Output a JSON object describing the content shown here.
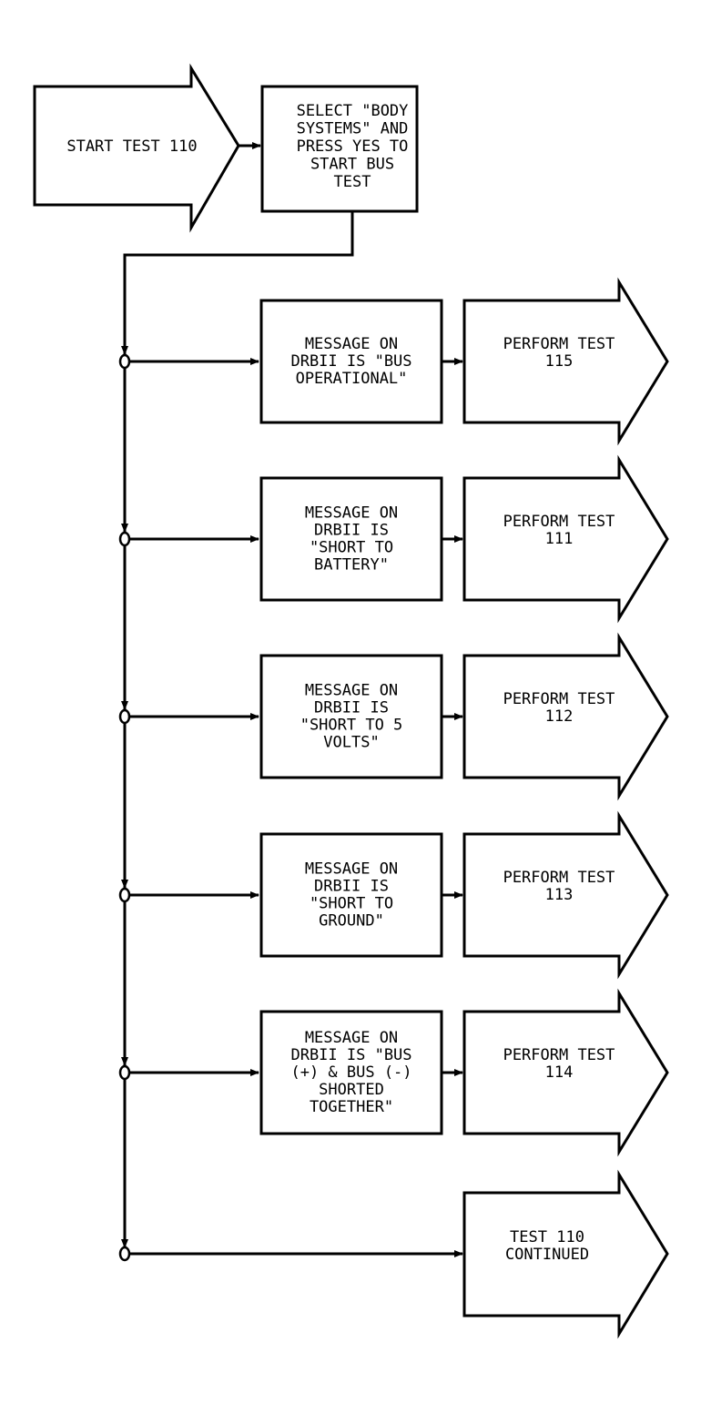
{
  "start": {
    "lines": [
      "START TEST 110"
    ]
  },
  "select": {
    "lines": [
      "SELECT \"BODY",
      "SYSTEMS\" AND",
      "PRESS YES TO",
      "START BUS",
      "TEST"
    ]
  },
  "rows": [
    {
      "message": [
        "MESSAGE ON",
        "DRBII IS \"BUS",
        "OPERATIONAL\""
      ],
      "result": [
        "PERFORM TEST",
        "115"
      ]
    },
    {
      "message": [
        "MESSAGE ON",
        "DRBII IS",
        "\"SHORT TO",
        "BATTERY\""
      ],
      "result": [
        "PERFORM TEST",
        "111"
      ]
    },
    {
      "message": [
        "MESSAGE ON",
        "DRBII IS",
        "\"SHORT TO 5",
        "VOLTS\""
      ],
      "result": [
        "PERFORM TEST",
        "112"
      ]
    },
    {
      "message": [
        "MESSAGE ON",
        "DRBII IS",
        "\"SHORT TO",
        "GROUND\""
      ],
      "result": [
        "PERFORM TEST",
        "113"
      ]
    },
    {
      "message": [
        "MESSAGE ON",
        "DRBII IS \"BUS",
        "(+) & BUS (-)",
        "SHORTED",
        "TOGETHER\""
      ],
      "result": [
        "PERFORM TEST",
        "114"
      ]
    }
  ],
  "continued": {
    "lines": [
      "TEST 110",
      "CONTINUED"
    ]
  }
}
